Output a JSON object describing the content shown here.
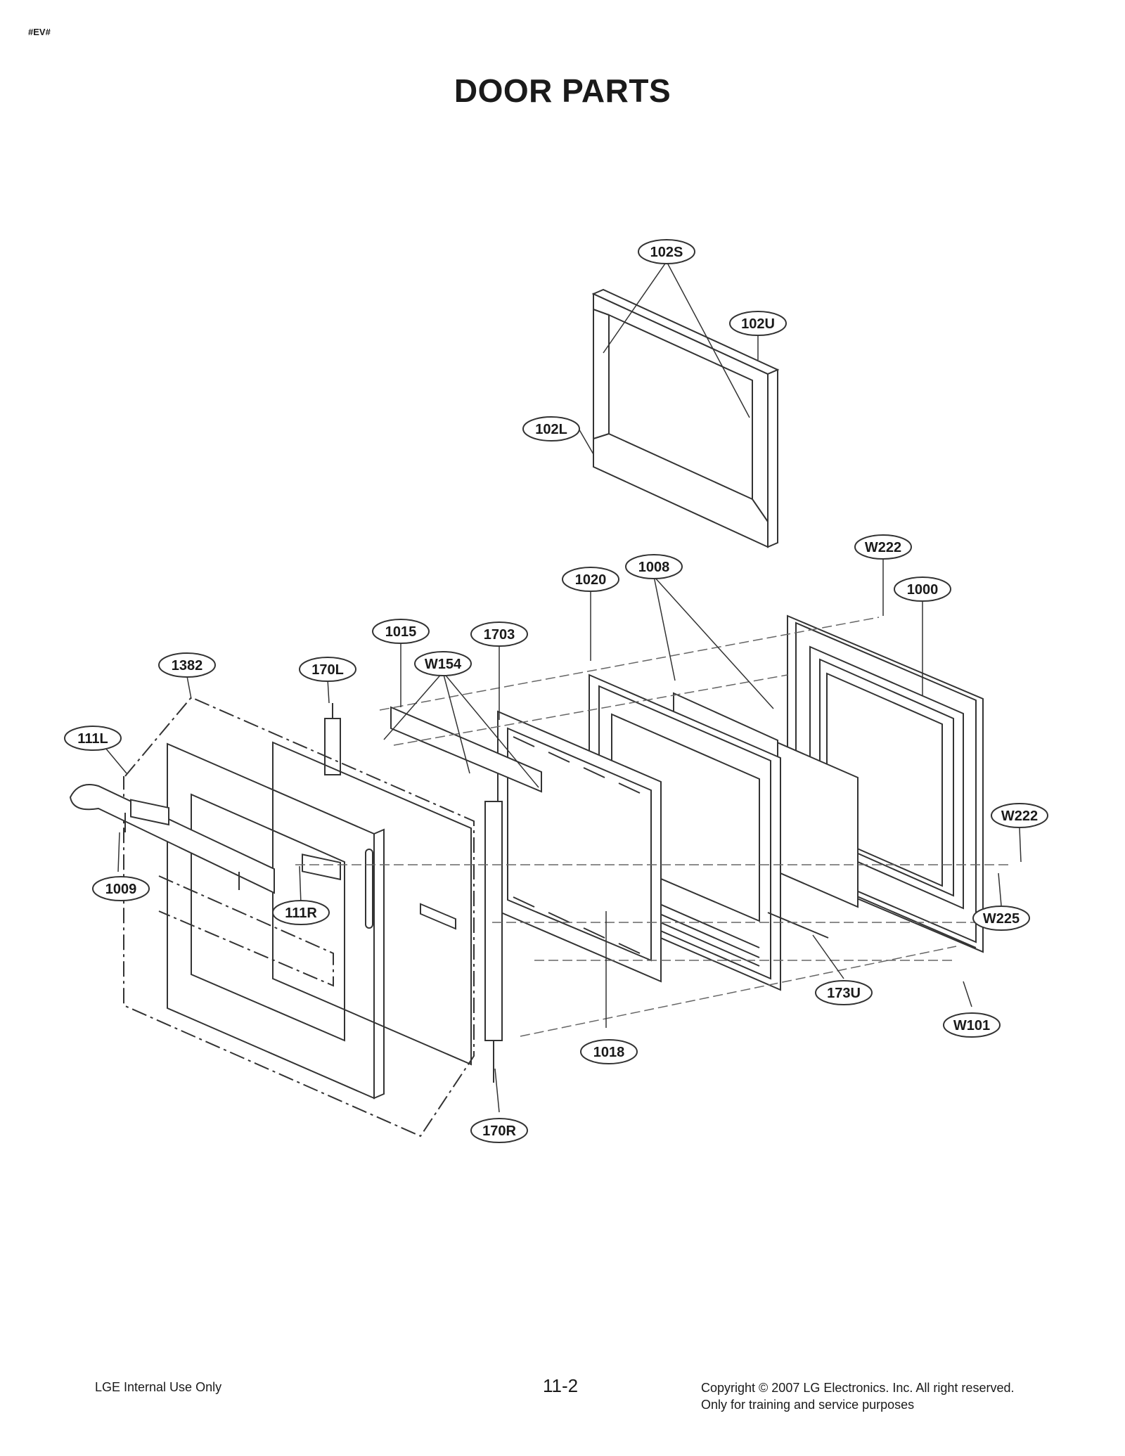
{
  "page": {
    "corner_tag": "#EV#",
    "title": "DOOR PARTS"
  },
  "callouts": [
    {
      "id": "102S",
      "label": "102S"
    },
    {
      "id": "102U",
      "label": "102U"
    },
    {
      "id": "102L",
      "label": "102L"
    },
    {
      "id": "W222a",
      "label": "W222"
    },
    {
      "id": "1008",
      "label": "1008"
    },
    {
      "id": "1020",
      "label": "1020"
    },
    {
      "id": "1000",
      "label": "1000"
    },
    {
      "id": "1015",
      "label": "1015"
    },
    {
      "id": "1703",
      "label": "1703"
    },
    {
      "id": "W154",
      "label": "W154"
    },
    {
      "id": "1382",
      "label": "1382"
    },
    {
      "id": "170L",
      "label": "170L"
    },
    {
      "id": "111L",
      "label": "111L"
    },
    {
      "id": "W222b",
      "label": "W222"
    },
    {
      "id": "1009",
      "label": "1009"
    },
    {
      "id": "111R",
      "label": "111R"
    },
    {
      "id": "W225",
      "label": "W225"
    },
    {
      "id": "173U",
      "label": "173U"
    },
    {
      "id": "W101",
      "label": "W101"
    },
    {
      "id": "1018",
      "label": "1018"
    },
    {
      "id": "170R",
      "label": "170R"
    }
  ],
  "footer": {
    "left": "LGE Internal Use Only",
    "page_number": "11-2",
    "copyright_line1": "Copyright © 2007 LG Electronics. Inc. All right reserved.",
    "copyright_line2": "Only for training and service purposes"
  }
}
